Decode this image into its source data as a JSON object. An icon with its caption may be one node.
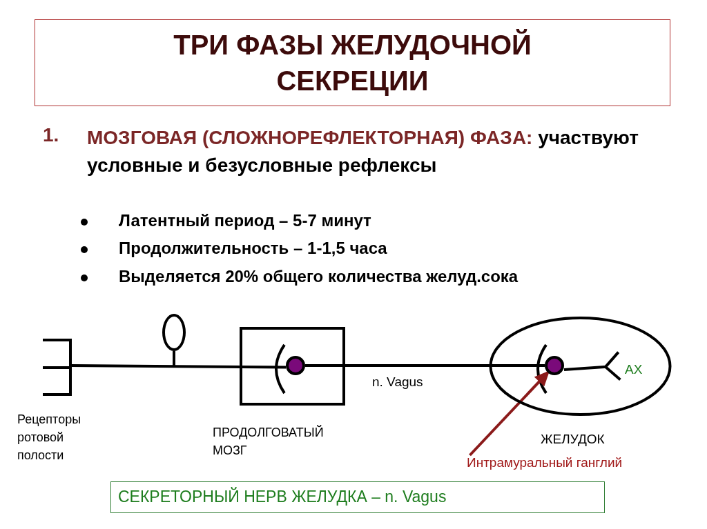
{
  "diagram": {
    "title": "ТРИ ФАЗЫ ЖЕЛУДОЧНОЙ СЕКРЕЦИИ",
    "nodes": [
      {
        "text": [
          "Рецепторы ротовой полости"
        ]
      },
      {
        "text": [],
        "shape": "circle"
      },
      {
        "text": [
          "ПРОДОЛГОВАТЫЙ МОЗГ"
        ]
      },
      {
        "text": [],
        "shape": "circle",
        "in": 2
      },
      {
        "text": [
          "ЖЕЛУДОК"
        ]
      },
      {
        "text": [],
        "shape": "circle",
        "in": 4
      },
      {
        "text": [
          "АХ"
        ],
        "in": 4
      },
      {
        "text": [
          "Интрамуральный ганглий"
        ]
      },
      {
        "text": [
          "СЕКРЕТОРНЫЙ НЕРВ ЖЕЛУДКА – n. Vagus"
        ]
      }
    ],
    "edges": [
      {
        "from": 0,
        "to": 3,
        "arrow": "none"
      },
      {
        "from": 1,
        "to": null,
        "arrow": "none"
      },
      {
        "from": 3,
        "to": 5,
        "arrow": "none",
        "label": "n. Vagus"
      },
      {
        "from": 5,
        "to": 6,
        "arrow": "other"
      },
      {
        "from": 7,
        "to": 5,
        "arrow": "to",
        "color": "#8b1a1a"
      }
    ],
    "labels": [
      "1.",
      "МОЗГОВАЯ (СЛОЖНОРЕФЛЕКТОРНАЯ) ФАЗА:",
      "участвуют условные и безусловные рефлексы",
      "Латентный период – 5-7 минут",
      "Продолжительность – 1-1,5 часа",
      "Выделяется 20% общего количества желуд.сока"
    ]
  }
}
